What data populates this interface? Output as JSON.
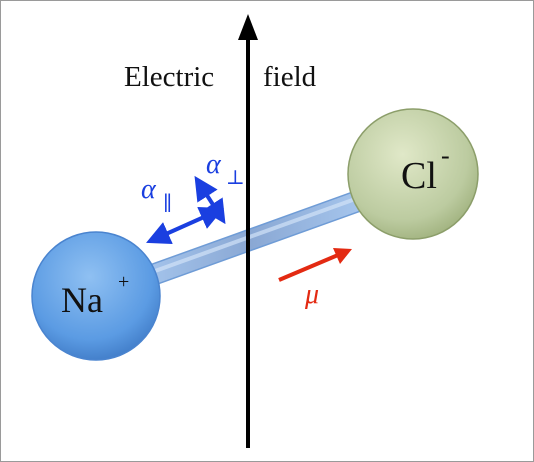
{
  "axis_label": {
    "left": "Electric",
    "right": "field"
  },
  "atoms": {
    "sodium": {
      "symbol": "Na",
      "charge": "+",
      "color": "#5b9be3"
    },
    "chlorine": {
      "symbol": "Cl",
      "charge": "-",
      "color": "#b6c795"
    }
  },
  "polarizability": {
    "parallel": {
      "symbol": "α",
      "subscript": "∥"
    },
    "perpendicular": {
      "symbol": "α",
      "subscript": "⊥"
    },
    "color": "#1a3fe0"
  },
  "dipole": {
    "symbol": "μ",
    "color": "#e32a12"
  }
}
